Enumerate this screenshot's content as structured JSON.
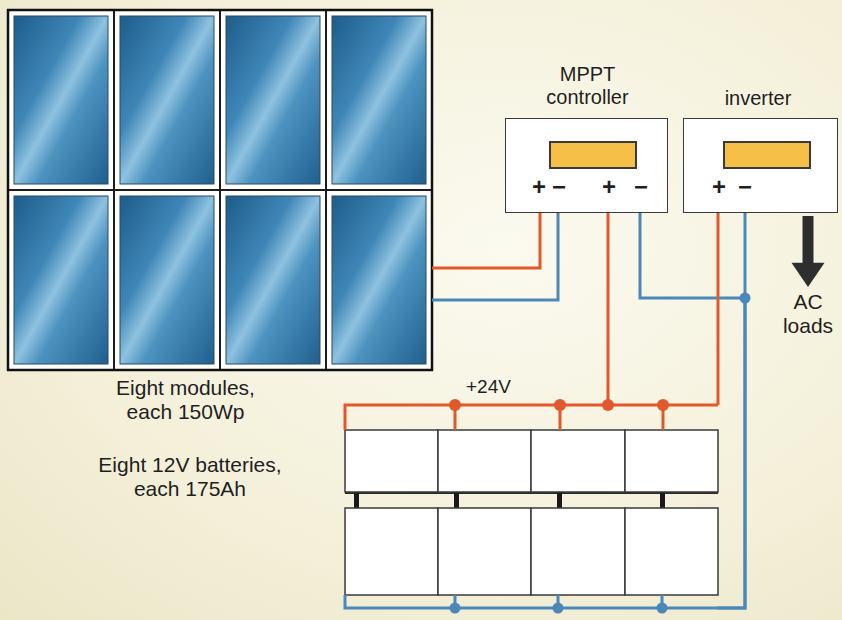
{
  "diagram": {
    "nodes": [
      {
        "text": [
          "Eight modules, each 150Wp"
        ]
      },
      {
        "text": [
          "MPPT controller",
          "+",
          "−",
          "+",
          "−"
        ]
      },
      {
        "text": [
          "inverter",
          "+",
          "−"
        ]
      },
      {
        "text": [
          "Eight 12V batteries, each 175Ah"
        ]
      },
      {
        "text": [
          "AC loads"
        ]
      }
    ],
    "edges": [
      {
        "from": 0,
        "to": 1,
        "arrow": "none"
      },
      {
        "from": 1,
        "to": 3,
        "arrow": "none"
      },
      {
        "from": 2,
        "to": 3,
        "arrow": "none"
      },
      {
        "from": 2,
        "to": 4,
        "arrow": "to"
      }
    ],
    "labels": [
      "+24V"
    ]
  }
}
